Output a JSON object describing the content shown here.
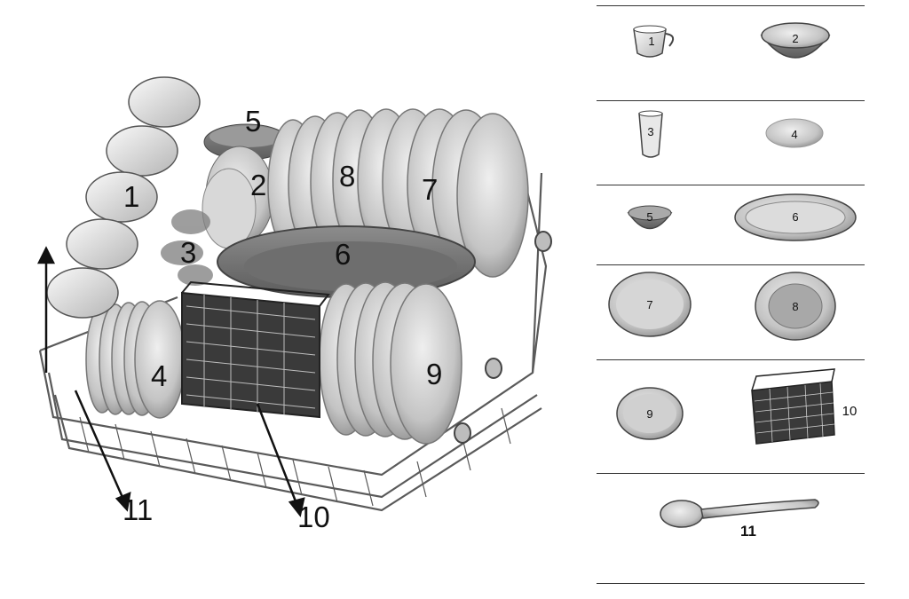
{
  "callouts": {
    "cups": "1",
    "bowls": "2",
    "glasses": "3",
    "dessert_plates": "4",
    "small_bowls": "5",
    "oval_platter": "6",
    "dinner_plates": "7",
    "soup_plates": "8",
    "flat_plates": "9",
    "cutlery_basket": "10",
    "cutlery": "11"
  },
  "legend": {
    "cup": "1",
    "bowl": "2",
    "glass": "3",
    "dessert_plate": "4",
    "small_bowl": "5",
    "oval_platter": "6",
    "dinner_plate": "7",
    "soup_plate": "8",
    "flat_plate": "9",
    "cutlery_basket": "10",
    "spoon": "11"
  },
  "colors": {
    "line": "#333333",
    "plate_light": "#e6e6e6",
    "plate_mid": "#bdbdbd",
    "plate_dark": "#8a8a8a",
    "rack_wire": "#5a5a5a"
  }
}
